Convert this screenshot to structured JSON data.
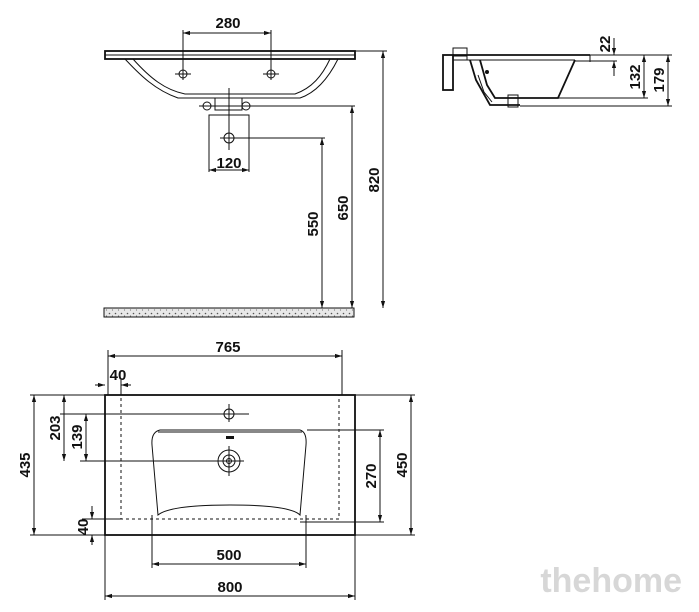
{
  "dimensions": {
    "faucet_holes": "280",
    "drain_width": "120",
    "height_550": "550",
    "height_650": "650",
    "height_820": "820",
    "side_22": "22",
    "side_132": "132",
    "side_179": "179",
    "top_765": "765",
    "left_40": "40",
    "depth_203": "203",
    "depth_139": "139",
    "depth_435": "435",
    "bottom_40": "40",
    "bowl_270": "270",
    "depth_450": "450",
    "bowl_500": "500",
    "width_800": "800"
  },
  "watermark": "thehome"
}
